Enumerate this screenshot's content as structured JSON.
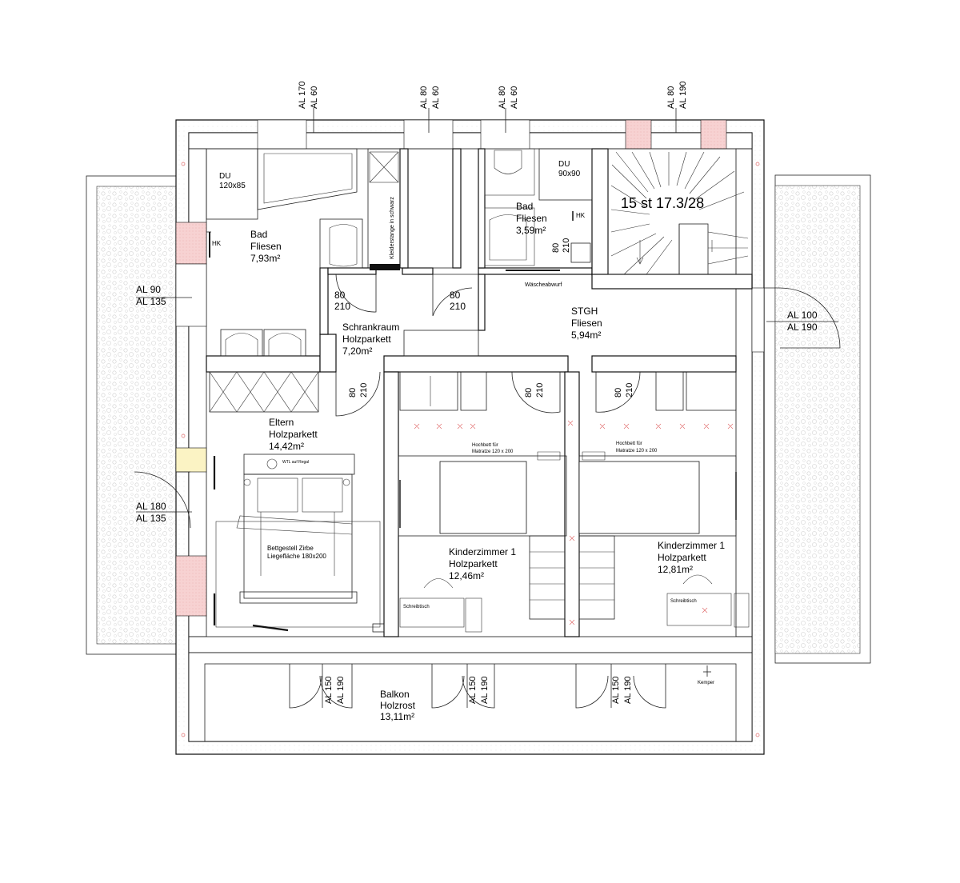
{
  "colors": {
    "line": "#111111",
    "hatch_pink": "#f7d2d2",
    "hatch_yellow": "#fbf3c4",
    "red_marks": "#e06a6a",
    "balcony_pattern": "#d9d9d9"
  },
  "rooms": {
    "bad_left": {
      "line1": "Bad",
      "line2": "Fliesen",
      "area": "7,93m²"
    },
    "du_left": {
      "line1": "DU",
      "line2": "120x85"
    },
    "bad_right": {
      "line1": "Bad",
      "line2": "Fliesen",
      "area": "3,59m²"
    },
    "du_right": {
      "line1": "DU",
      "line2": "90x90"
    },
    "schrank": {
      "line1": "Schrankraum",
      "line2": "Holzparkett",
      "area": "7,20m²"
    },
    "stgh": {
      "line1": "STGH",
      "line2": "Fliesen",
      "area": "5,94m²"
    },
    "eltern": {
      "line1": "Eltern",
      "line2": "Holzparkett",
      "area": "14,42m²"
    },
    "kinder1": {
      "line1": "Kinderzimmer 1",
      "line2": "Holzparkett",
      "area": "12,46m²"
    },
    "kinder2": {
      "line1": "Kinderzimmer 1",
      "line2": "Holzparkett",
      "area": "12,81m²"
    },
    "balkon": {
      "line1": "Balkon",
      "line2": "Holzrost",
      "area": "13,11m²"
    }
  },
  "stair_label": "15 st 17.3/28",
  "window_labels": {
    "top1": {
      "a": "AL 170",
      "b": "AL 60"
    },
    "top2": {
      "a": "AL 80",
      "b": "AL 60"
    },
    "top3": {
      "a": "AL 80",
      "b": "AL 60"
    },
    "top4": {
      "a": "AL 80",
      "b": "AL 190"
    },
    "left1": {
      "a": "AL 90",
      "b": "AL 135"
    },
    "left2": {
      "a": "AL 180",
      "b": "AL 135"
    },
    "right1": {
      "a": "AL 100",
      "b": "AL 190"
    },
    "bottom1": {
      "a": "AL 150",
      "b": "AL 190"
    },
    "bottom2": {
      "a": "AL 150",
      "b": "AL 190"
    },
    "bottom3": {
      "a": "AL 150",
      "b": "AL 190"
    }
  },
  "door_labels": {
    "d_schrank": {
      "w": "80",
      "h": "210"
    },
    "d_flur": {
      "w": "80",
      "h": "210"
    },
    "d_bad_right": {
      "w": "80",
      "h": "210"
    },
    "d_eltern": {
      "w": "80",
      "h": "210"
    },
    "d_kinder1": {
      "w": "80",
      "h": "210"
    },
    "d_kinder2": {
      "w": "80",
      "h": "210"
    }
  },
  "misc": {
    "hk_left": "HK",
    "hk_right": "HK",
    "kleiderstange": "Kleiderstange in schwarz",
    "waeschewurf": "Wäscheabwurf",
    "bett_line1": "Bettgestell Zirbe",
    "bett_line2": "Liegefläche 180x200",
    "wtl_regal": "WTL auf Regal",
    "hochbett1_line1": "Hochbett für",
    "hochbett1_line2": "Matratze 120 x 200",
    "hochbett2_line1": "Hochbett für",
    "hochbett2_line2": "Matratze 120 x 200",
    "schreibtisch1": "Schreibtisch",
    "schreibtisch2": "Schreibtisch",
    "kemper": "Kemper"
  }
}
